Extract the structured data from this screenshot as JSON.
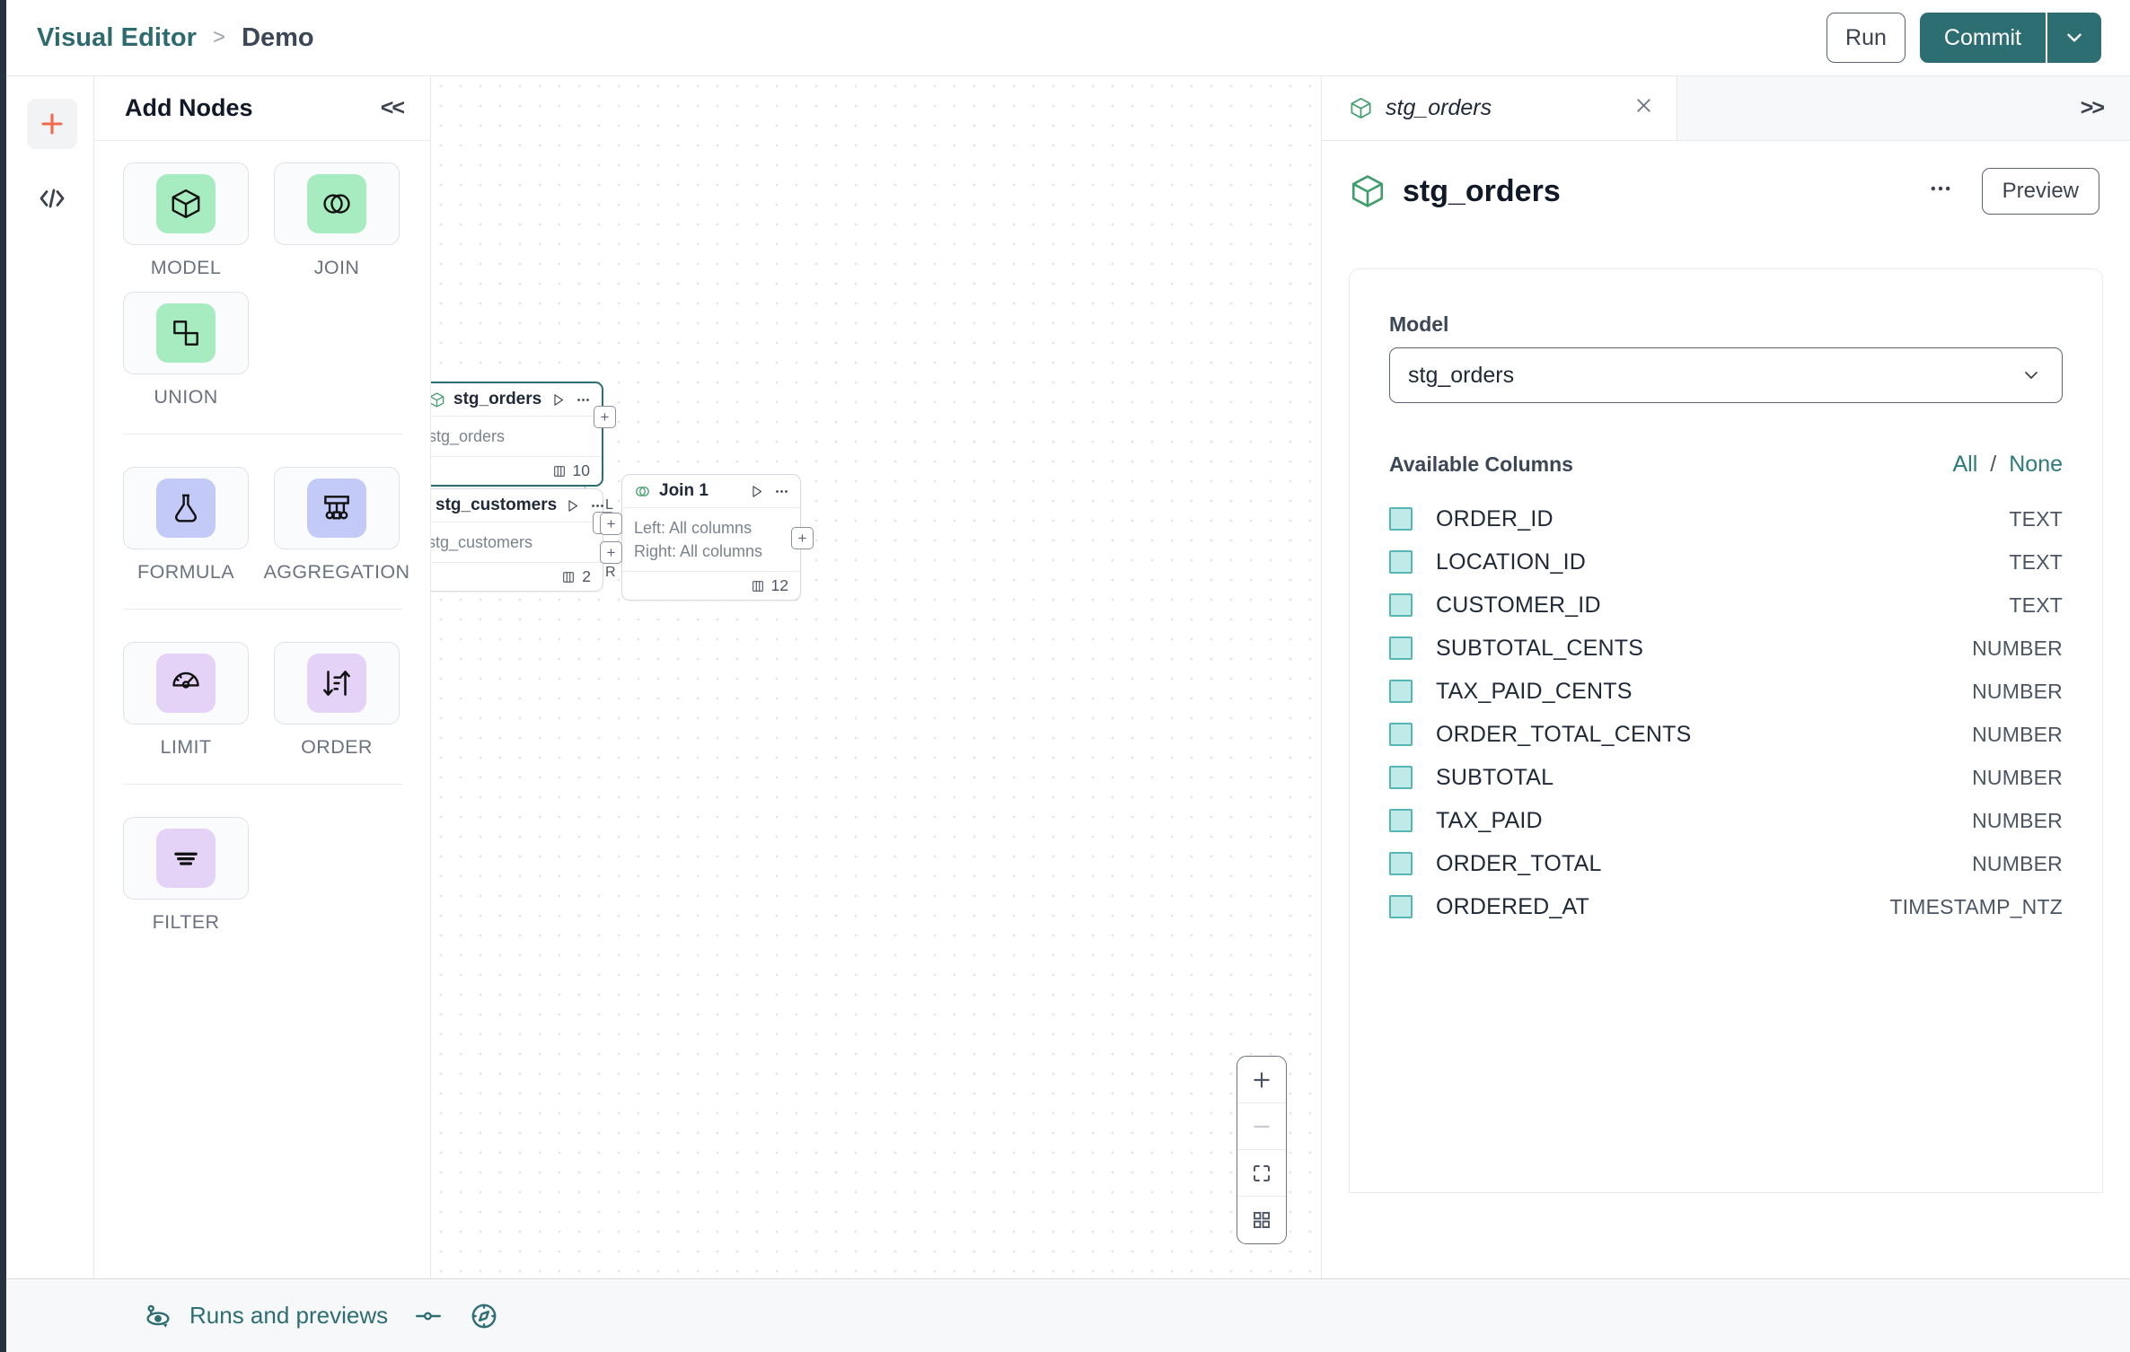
{
  "topbar": {
    "breadcrumb": {
      "root": "Visual Editor",
      "separator": ">",
      "current": "Demo"
    },
    "run_label": "Run",
    "commit_label": "Commit",
    "commit_caret_icon": "chevron-down-icon"
  },
  "rail": {
    "add_icon": "plus-icon",
    "code_icon": "code-icon"
  },
  "nodes_panel": {
    "title": "Add Nodes",
    "collapse_icon": "<<",
    "groups": [
      {
        "items": [
          {
            "label": "MODEL",
            "icon": "cube-icon",
            "tile": "green"
          },
          {
            "label": "JOIN",
            "icon": "venn-icon",
            "tile": "green"
          },
          {
            "label": "UNION",
            "icon": "union-squares-icon",
            "tile": "green"
          }
        ]
      },
      {
        "items": [
          {
            "label": "FORMULA",
            "icon": "flask-icon",
            "tile": "blue"
          },
          {
            "label": "AGGREGATION",
            "icon": "aggregation-icon",
            "tile": "blue"
          }
        ]
      },
      {
        "items": [
          {
            "label": "LIMIT",
            "icon": "limit-gauge-icon",
            "tile": "purple"
          },
          {
            "label": "ORDER",
            "icon": "sort-icon",
            "tile": "purple"
          }
        ]
      },
      {
        "items": [
          {
            "label": "FILTER",
            "icon": "filter-icon",
            "tile": "purple"
          }
        ]
      }
    ]
  },
  "canvas": {
    "nodes": [
      {
        "id": "stg_orders",
        "title": "stg_orders",
        "icon": "cube-icon",
        "body": "stg_orders",
        "columns": "10",
        "selected": true
      },
      {
        "id": "stg_customers",
        "title": "stg_customers",
        "icon": "cube-icon",
        "body": "stg_customers",
        "columns": "2",
        "selected": false
      },
      {
        "id": "join_1",
        "title": "Join 1",
        "icon": "venn-icon",
        "body_left": "Left: All columns",
        "body_right": "Right: All columns",
        "columns": "12",
        "selected": false
      }
    ],
    "handle_labels": {
      "left": "L",
      "right": "R",
      "plus": "+"
    },
    "zoom_controls": [
      {
        "icon": "zoom-in-icon"
      },
      {
        "icon": "zoom-out-icon"
      },
      {
        "icon": "fit-screen-icon"
      },
      {
        "icon": "grid-view-icon"
      }
    ]
  },
  "right_panel": {
    "tab": {
      "label": "stg_orders",
      "icon": "cube-icon",
      "close_icon": "close-icon"
    },
    "expand_icon": ">>",
    "title": "stg_orders",
    "more_icon": "ellipsis-icon",
    "preview_label": "Preview",
    "model_field": {
      "label": "Model",
      "value": "stg_orders",
      "caret_icon": "chevron-down-icon"
    },
    "columns_section": {
      "title": "Available Columns",
      "all_label": "All",
      "separator": "/",
      "none_label": "None",
      "columns": [
        {
          "name": "ORDER_ID",
          "type": "TEXT"
        },
        {
          "name": "LOCATION_ID",
          "type": "TEXT"
        },
        {
          "name": "CUSTOMER_ID",
          "type": "TEXT"
        },
        {
          "name": "SUBTOTAL_CENTS",
          "type": "NUMBER"
        },
        {
          "name": "TAX_PAID_CENTS",
          "type": "NUMBER"
        },
        {
          "name": "ORDER_TOTAL_CENTS",
          "type": "NUMBER"
        },
        {
          "name": "SUBTOTAL",
          "type": "NUMBER"
        },
        {
          "name": "TAX_PAID",
          "type": "NUMBER"
        },
        {
          "name": "ORDER_TOTAL",
          "type": "NUMBER"
        },
        {
          "name": "ORDERED_AT",
          "type": "TIMESTAMP_NTZ"
        }
      ]
    }
  },
  "bottombar": {
    "runs_label": "Runs and previews",
    "runs_icon": "pipeline-icon",
    "toggle_icon": "slider-toggle-icon",
    "compass_icon": "compass-icon"
  },
  "colors": {
    "accent_teal": "#2d6e72",
    "add_orange": "#f26a4b",
    "green_tile": "#a7ecc0",
    "blue_tile": "#c3caf7",
    "purple_tile": "#e4d2f7",
    "checkbox_fill": "#bfeae8"
  }
}
